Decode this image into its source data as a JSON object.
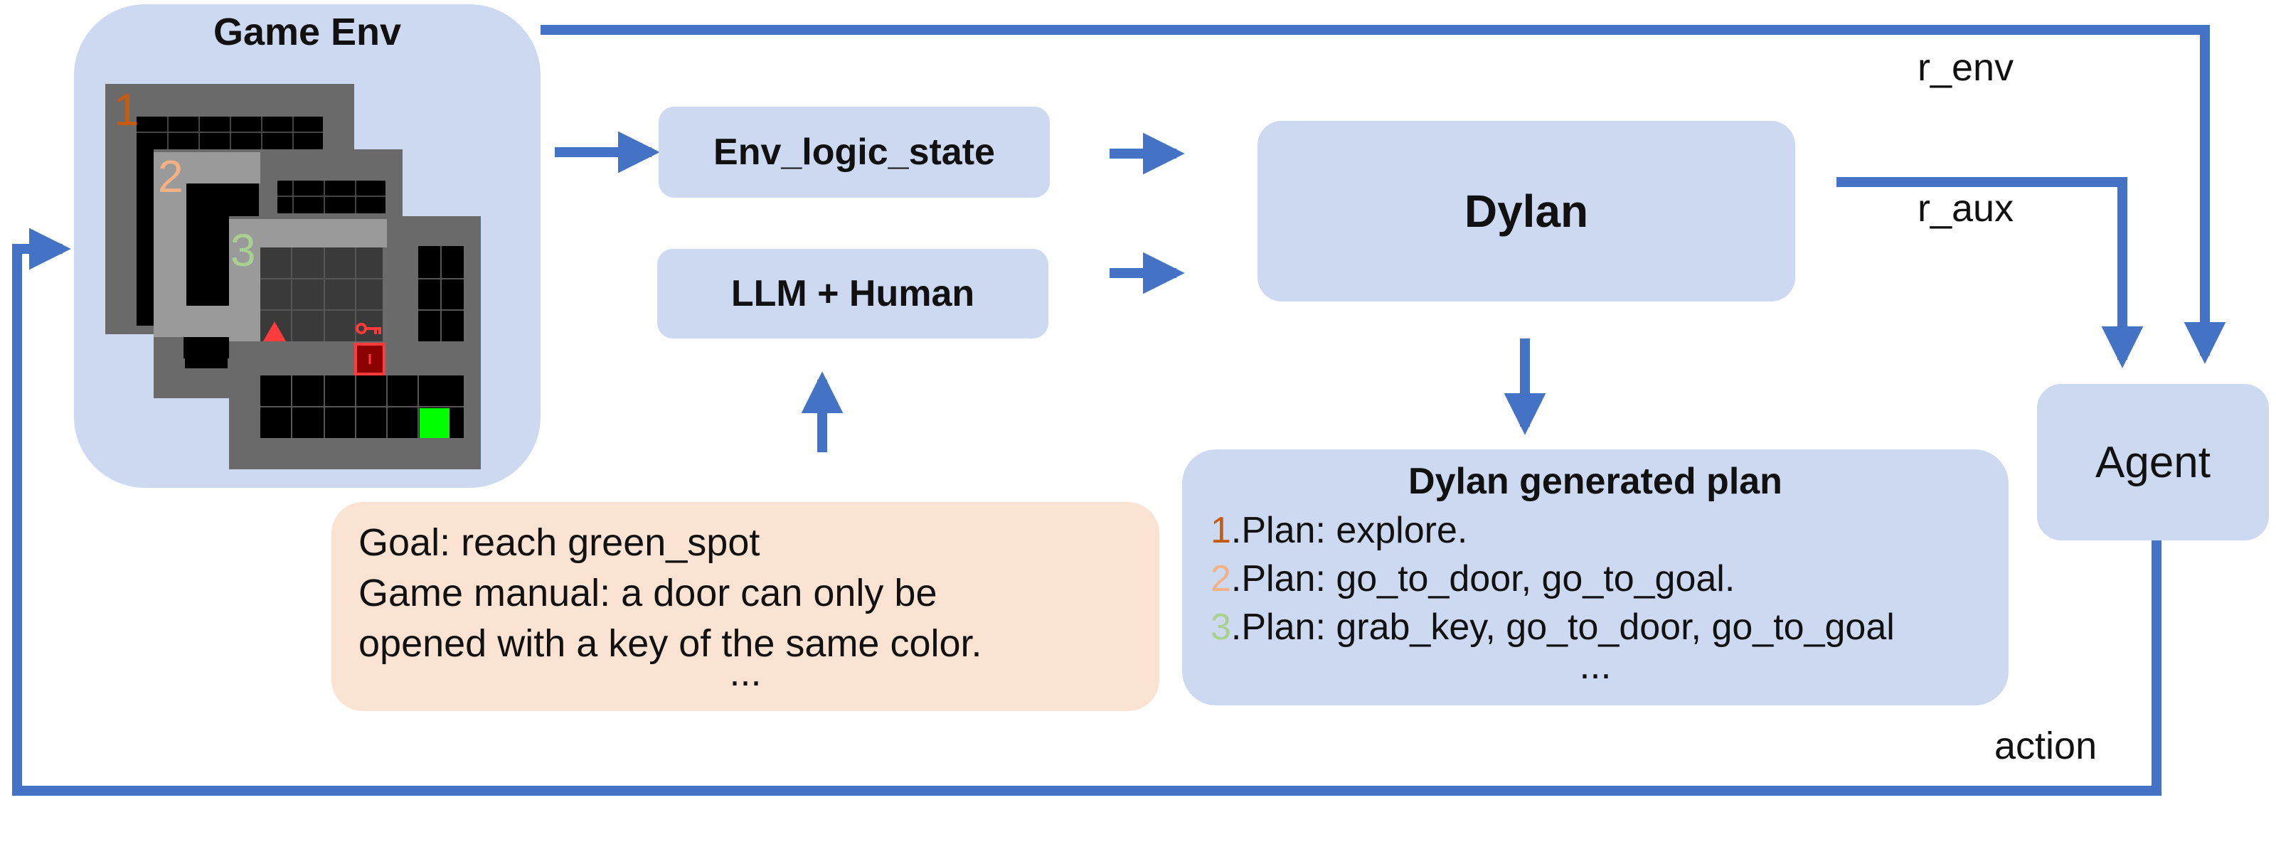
{
  "game_env": {
    "title": "Game Env",
    "frame_numbers": [
      "1",
      "2",
      "3"
    ]
  },
  "boxes": {
    "env_logic_state": "Env_logic_state",
    "llm_human": "LLM + Human",
    "dylan": "Dylan",
    "agent": "Agent"
  },
  "signals": {
    "r_env": "r_env",
    "r_aux": "r_aux",
    "action": "action"
  },
  "goal_box": {
    "lines": [
      "Goal:  reach green_spot",
      "Game manual: a door can only be",
      "opened with a key of the same color."
    ],
    "ellipsis": "..."
  },
  "plan_box": {
    "title": "Dylan generated plan",
    "items": [
      {
        "number": "1",
        "text": ".Plan: explore."
      },
      {
        "number": "2",
        "text": ".Plan: go_to_door, go_to_goal."
      },
      {
        "number": "3",
        "text": ".Plan: grab_key, go_to_door, go_to_goal"
      }
    ],
    "ellipsis": "..."
  },
  "colors": {
    "arrow": "#4472c4",
    "box_blue": "#cdd9f0",
    "box_peach": "#fbe3d3",
    "number_1": "#c55a11",
    "number_2": "#f4b183",
    "number_3": "#a9d18e",
    "grid_gray": "#6a6a6a",
    "goal_green": "#00ff00",
    "agent_red": "#ff3b3b",
    "door_red": "#8b0000"
  },
  "icons": [
    "agent-triangle-icon",
    "key-icon",
    "door-icon",
    "goal-square-icon"
  ]
}
